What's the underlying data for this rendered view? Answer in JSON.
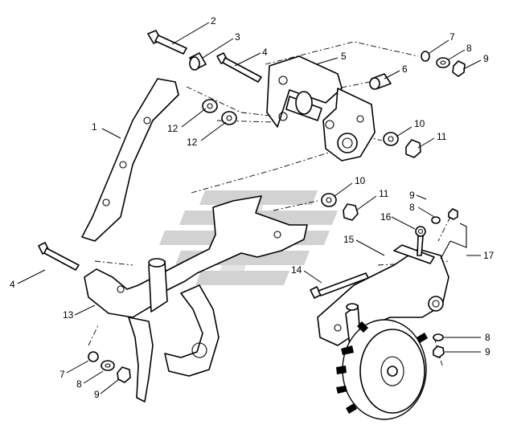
{
  "diagram": {
    "callouts": {
      "c1": "1",
      "c2": "2",
      "c3": "3",
      "c4a": "4",
      "c4b": "4",
      "c5": "5",
      "c6": "6",
      "c7a": "7",
      "c7b": "7",
      "c8a": "8",
      "c8b": "8",
      "c8c": "8",
      "c8d": "8",
      "c9a": "9",
      "c9b": "9",
      "c9c": "9",
      "c9d": "9",
      "c10a": "10",
      "c10b": "10",
      "c11a": "11",
      "c11b": "11",
      "c12a": "12",
      "c12b": "12",
      "c13": "13",
      "c14": "14",
      "c15": "15",
      "c16": "16",
      "c17": "17"
    },
    "colors": {
      "line": "#000000",
      "watermark": "#d2d2d2",
      "background": "#ffffff"
    }
  }
}
